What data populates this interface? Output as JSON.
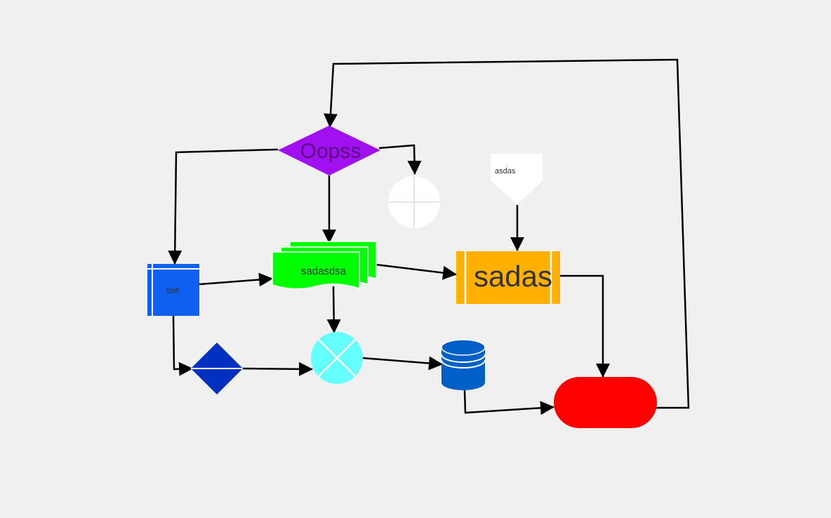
{
  "diagram": {
    "nodes": {
      "decision": {
        "label": "Oopss",
        "color": "#a010f0",
        "text_color": "#5a1080"
      },
      "summing_junction": {
        "label": "",
        "color": "#ffffff",
        "line_color": "#e6e6e6"
      },
      "offpage_connector": {
        "label": "asdas",
        "color": "#ffffff",
        "text_color": "#333333"
      },
      "internal_storage": {
        "label": "Stiff",
        "color": "#1060f0",
        "line_color": "#ffffff",
        "text_color": "#333333"
      },
      "multi_document": {
        "label": "sadasdsa",
        "color": "#00ff00",
        "text_color": "#333333"
      },
      "predefined_process": {
        "label": "sadas",
        "color": "#ffb000",
        "text_color": "#333333"
      },
      "sort_shape": {
        "label": "",
        "color": "#0030c0",
        "line_color": "#ffffff"
      },
      "or_junction": {
        "label": "",
        "color": "#66ffff",
        "line_color": "#ffffff"
      },
      "database": {
        "label": "",
        "color": "#0060c8",
        "line_color": "#ffffff"
      },
      "terminator": {
        "label": "",
        "color": "#ff0000"
      }
    },
    "edge_color": "#000000"
  }
}
